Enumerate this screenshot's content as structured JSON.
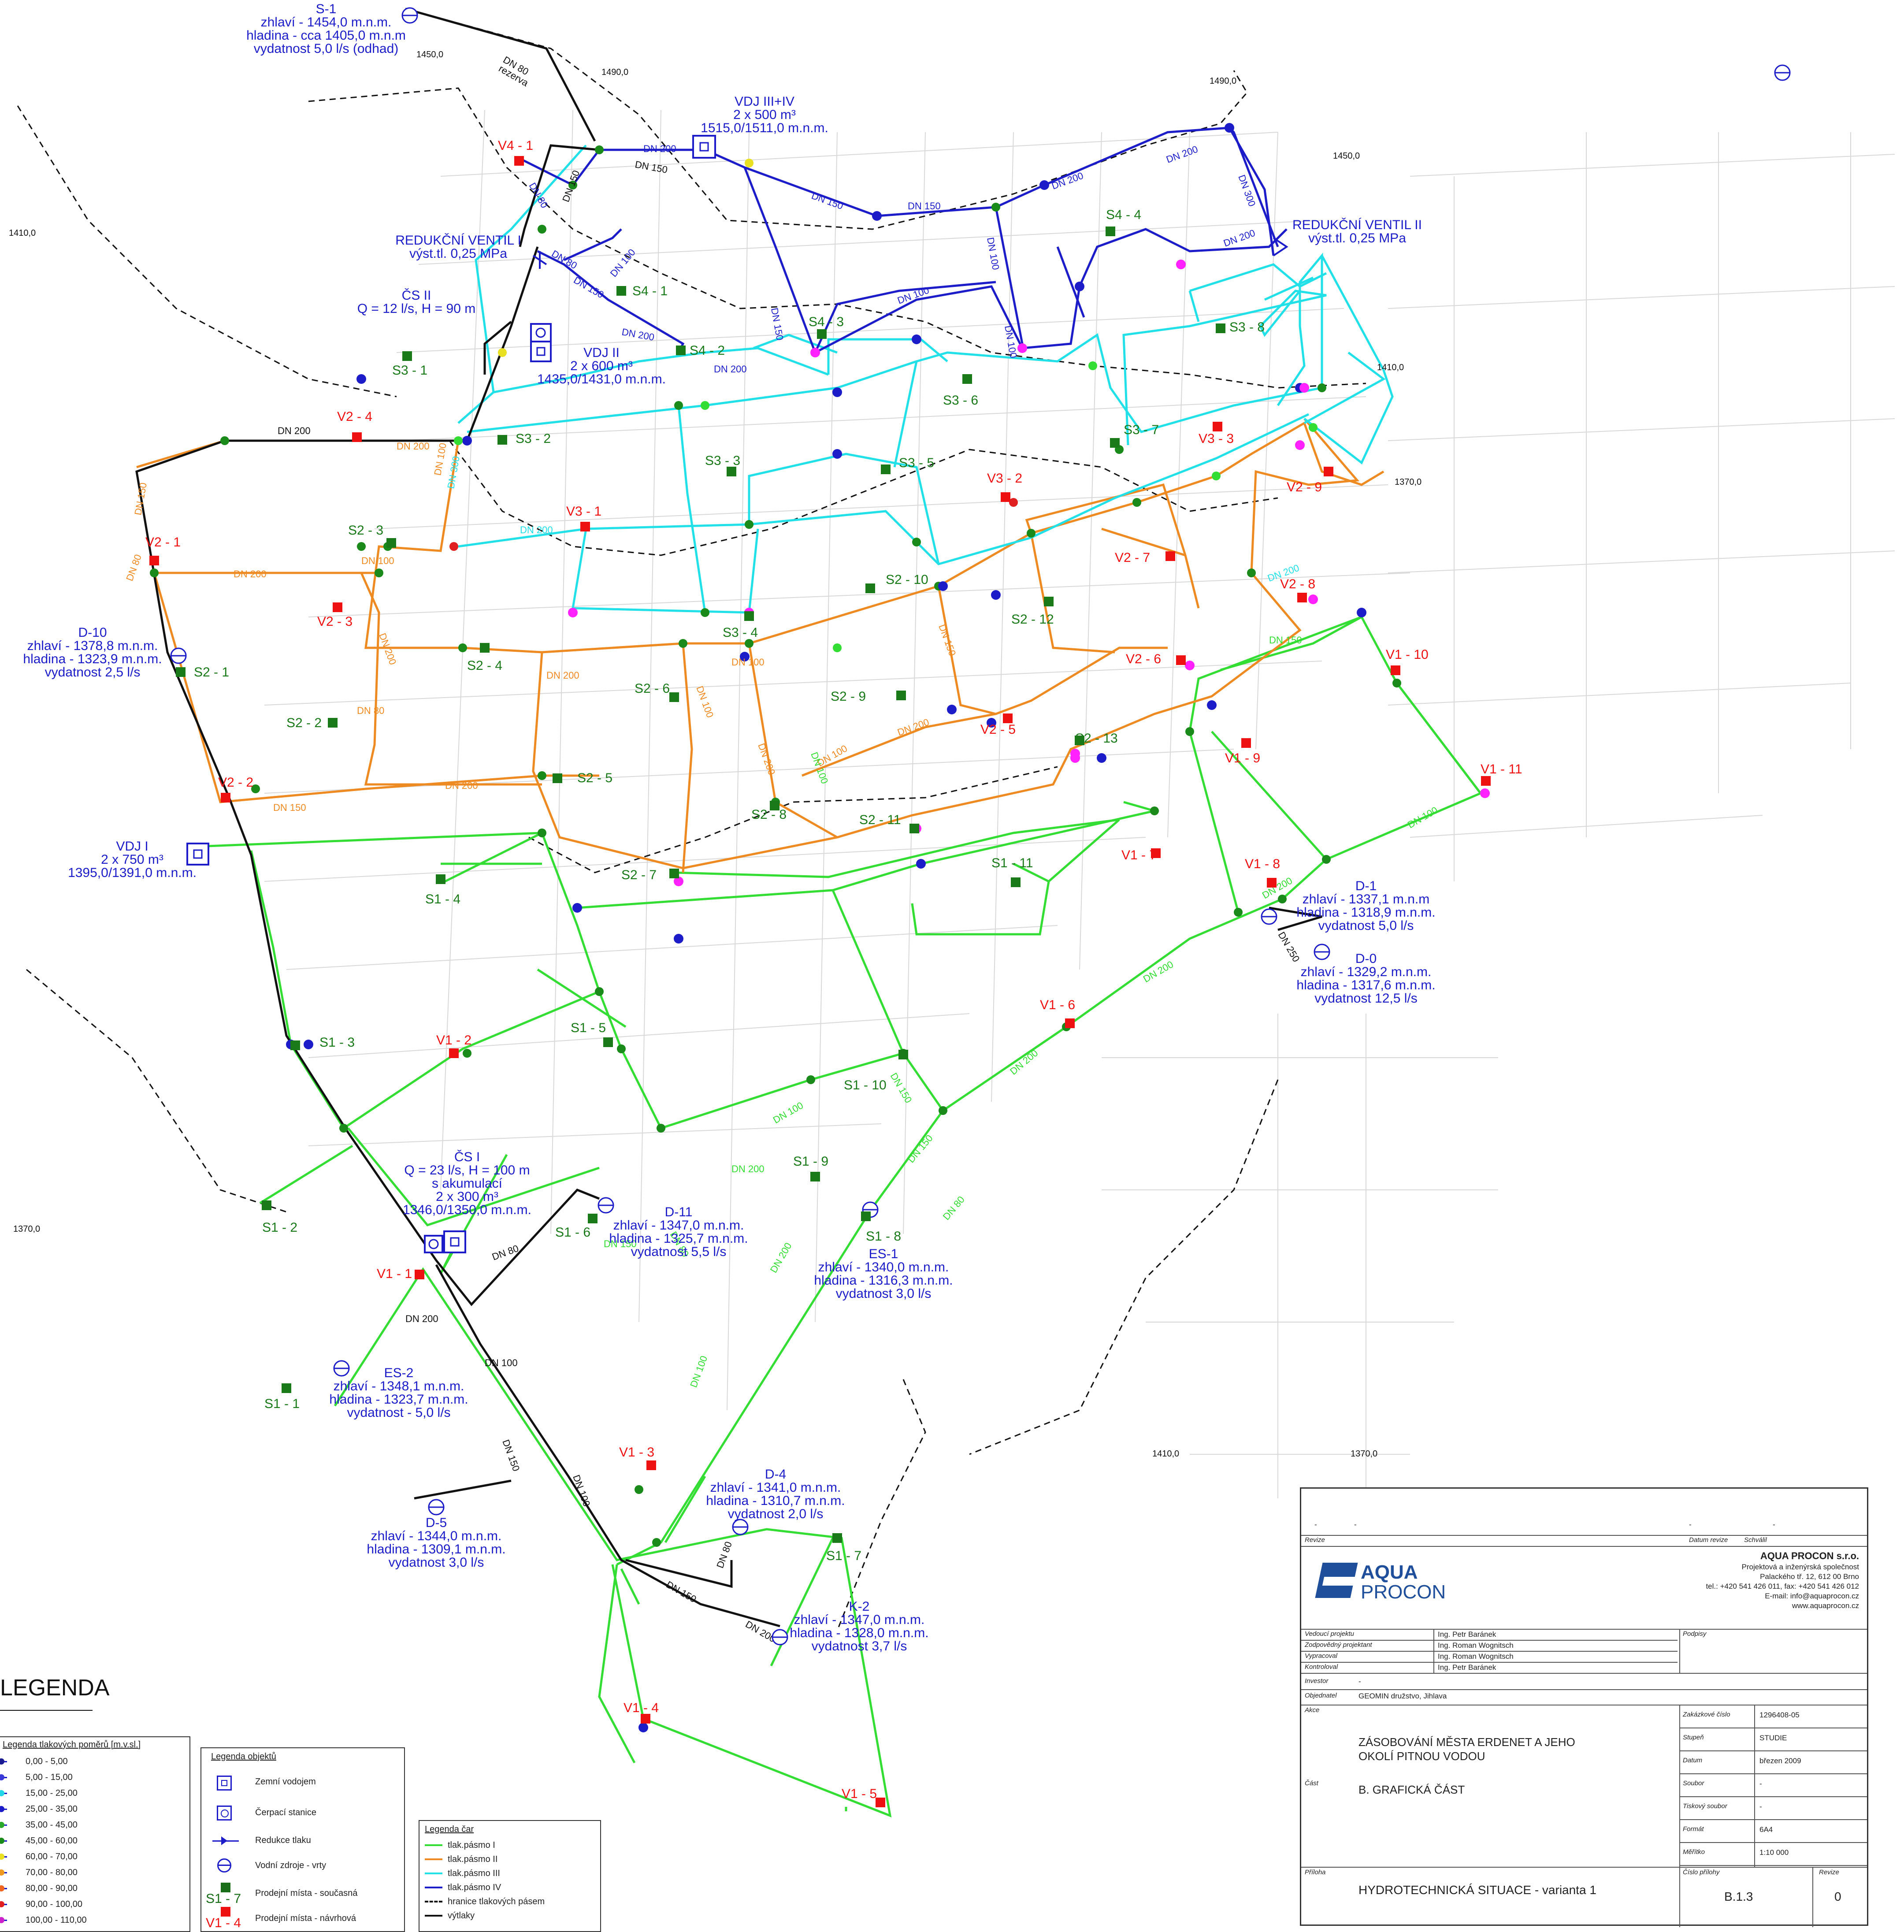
{
  "colors": {
    "zone1": "#33dd33",
    "zone2": "#ee8a22",
    "zone3": "#22e0e8",
    "zone4": "#1c1cc8",
    "rising_main": "#111111",
    "existing_outlet": "#1a7a1a",
    "proposed_outlet": "#ee1111",
    "text_blue": "#1c1cc8",
    "background_streets": "#cfcfcf"
  },
  "contours": [
    "1450,0",
    "1490,0",
    "1490,0",
    "1410,0",
    "1450,0",
    "1410,0",
    "1370,0",
    "1370,0",
    "1410,0",
    "1370,0"
  ],
  "sources": {
    "s1": [
      "S-1",
      "zhlaví - 1454,0 m.n.m.",
      "hladina - cca 1405,0 m.n.m",
      "vydatnost 5,0 l/s (odhad)"
    ],
    "d10": [
      "D-10",
      "zhlaví - 1378,8 m.n.m.",
      "hladina - 1323,9 m.n.m.",
      "vydatnost 2,5 l/s"
    ],
    "d1": [
      "D-1",
      "zhlaví - 1337,1 m.n.m",
      "hladina - 1318,9 m.n.m.",
      "vydatnost 5,0 l/s"
    ],
    "d0": [
      "D-0",
      "zhlaví - 1329,2 m.n.m.",
      "hladina - 1317,6 m.n.m.",
      "vydatnost 12,5 l/s"
    ],
    "d11": [
      "D-11",
      "zhlaví - 1347,0 m.n.m.",
      "hladina - 1325,7 m.n.m.",
      "vydatnost 5,5 l/s"
    ],
    "es1": [
      "ES-1",
      "zhlaví - 1340,0 m.n.m.",
      "hladina - 1316,3 m.n.m.",
      "vydatnost 3,0 l/s"
    ],
    "es2": [
      "ES-2",
      "zhlaví - 1348,1 m.n.m.",
      "hladina - 1323,7 m.n.m.",
      "vydatnost - 5,0 l/s"
    ],
    "d4": [
      "D-4",
      "zhlaví - 1341,0 m.n.m.",
      "hladina - 1310,7 m.n.m.",
      "vydatnost 2,0 l/s"
    ],
    "d5": [
      "D-5",
      "zhlaví - 1344,0 m.n.m.",
      "hladina - 1309,1 m.n.m.",
      "vydatnost 3,0 l/s"
    ],
    "k2": [
      "K-2",
      "zhlaví - 1347,0 m.n.m.",
      "hladina - 1328,0 m.n.m.",
      "vydatnost 3,7 l/s"
    ]
  },
  "objects": {
    "vdj34": [
      "VDJ III+IV",
      "2 x 500 m³",
      "1515,0/1511,0 m.n.m."
    ],
    "vdj2": [
      "VDJ II",
      "2 x 600 m³",
      "1435,0/1431,0 m.n.m."
    ],
    "vdj1": [
      "VDJ I",
      "2 x 750 m³",
      "1395,0/1391,0 m.n.m."
    ],
    "cs2": [
      "ČS II",
      "Q = 12 l/s, H = 90 m"
    ],
    "cs1": [
      "ČS I",
      "Q = 23 l/s, H = 100 m",
      "s akumulací",
      "2 x 300 m³",
      "1346,0/1350,0 m.n.m."
    ],
    "rv1": [
      "REDUKČNÍ VENTIL I",
      "výst.tl. 0,25 MPa"
    ],
    "rv2": [
      "REDUKČNÍ VENTIL II",
      "výst.tl. 0,25 MPa"
    ]
  },
  "outlets_existing": [
    "S4 - 1",
    "S4 - 2",
    "S4 - 3",
    "S4 - 4",
    "S3 - 1",
    "S3 - 2",
    "S3 - 3",
    "S3 - 4",
    "S3 - 5",
    "S3 - 6",
    "S3 - 7",
    "S3 - 8",
    "S2 - 1",
    "S2 - 2",
    "S2 - 3",
    "S2 - 4",
    "S2 - 5",
    "S2 - 6",
    "S2 - 7",
    "S2 - 8",
    "S2 - 9",
    "S2 - 10",
    "S2 - 11",
    "S2 - 12",
    "S2 - 13",
    "S1 - 1",
    "S1 - 2",
    "S1 - 3",
    "S1 - 4",
    "S1 - 5",
    "S1 - 6",
    "S1 - 7",
    "S1 - 8",
    "S1 - 9",
    "S1 - 10",
    "S1 - 11"
  ],
  "outlets_proposed": [
    "V4 - 1",
    "V3 - 1",
    "V3 - 2",
    "V3 - 3",
    "V2 - 1",
    "V2 - 2",
    "V2 - 3",
    "V2 - 4",
    "V2 - 5",
    "V2 - 6",
    "V2 - 7",
    "V2 - 8",
    "V2 - 9",
    "V1 - 1",
    "V1 - 2",
    "V1 - 3",
    "V1 - 4",
    "V1 - 5",
    "V1 - 6",
    "V1 - 7",
    "V1 - 8",
    "V1 - 9",
    "V1 - 10",
    "V1 - 11"
  ],
  "pipe_labels": [
    "DN 80",
    "rezerva",
    "DN 200",
    "DN 150",
    "DN 80",
    "DN 150",
    "DN 80",
    "DN 150",
    "DN 100",
    "DN 200",
    "DN 200",
    "DN 150",
    "DN 100",
    "DN 150",
    "DN 150",
    "DN 100",
    "DN 100",
    "DN 200",
    "DN 200",
    "DN 200",
    "DN 300",
    "DN 200",
    "DN 200",
    "DN 100",
    "DN 150",
    "DN 80",
    "DN 200",
    "DN 100",
    "DN 200",
    "DN 300",
    "DN 200",
    "DN 80",
    "DN 200",
    "DN 150",
    "DN 200",
    "DN 100",
    "DN 200",
    "DN 100",
    "DN 200",
    "DN 100",
    "DN 150",
    "DN 100",
    "DN 200",
    "DN 150",
    "DN 250",
    "DN 200",
    "DN 200",
    "DN 100",
    "DN 200",
    "DN 150",
    "DN 80",
    "DN 100",
    "DN 200",
    "DN 200",
    "DN 80",
    "DN 150",
    "DN 150",
    "DN 100",
    "DN 80",
    "DN 100",
    "DN 200",
    "DN 150",
    "DN 100",
    "DN 150",
    "DN 80",
    "DN 200"
  ],
  "legend": {
    "title": "LEGENDA",
    "pressure_title": "Legenda tlakových poměrů [m.v.sl.]",
    "pressure_ranges": [
      {
        "range": "0,00  -  5,00",
        "color": "#1a1a90"
      },
      {
        "range": "5,00  -  15,00",
        "color": "#3a3ad8"
      },
      {
        "range": "15,00  -  25,00",
        "color": "#22d8e8"
      },
      {
        "range": "25,00  -  35,00",
        "color": "#1c1cc8"
      },
      {
        "range": "35,00  -  45,00",
        "color": "#2aa82a"
      },
      {
        "range": "45,00  -  60,00",
        "color": "#1a8a1a"
      },
      {
        "range": "60,00  -  70,00",
        "color": "#e8e020"
      },
      {
        "range": "70,00  -  80,00",
        "color": "#ee9922"
      },
      {
        "range": "80,00  -  90,00",
        "color": "#ee6622"
      },
      {
        "range": "90,00  -  100,00",
        "color": "#e02020"
      },
      {
        "range": "100,00  -  110,00",
        "color": "#cc22cc"
      }
    ],
    "objects_title": "Legenda objektů",
    "objects": [
      "Zemní vodojem",
      "Čerpací stanice",
      "Redukce tlaku",
      "Vodní zdroje - vrty",
      "Prodejní místa - současná",
      "Prodejní místa - návrhová"
    ],
    "objects_samples": [
      "S1 - 7",
      "V1 - 4"
    ],
    "lines_title": "Legenda čar",
    "lines": [
      {
        "label": "tlak.pásmo I",
        "color": "#33dd33"
      },
      {
        "label": "tlak.pásmo II",
        "color": "#ee8a22"
      },
      {
        "label": "tlak.pásmo III",
        "color": "#22e0e8"
      },
      {
        "label": "tlak.pásmo IV",
        "color": "#1c1cc8"
      },
      {
        "label": "hranice tlakových pásem",
        "color": "#111111"
      },
      {
        "label": "výtlaky",
        "color": "#111111"
      }
    ]
  },
  "titleblock": {
    "revize": "Revize",
    "datum_revize": "Datum revize",
    "schvalil": "Schválil",
    "dash": "-",
    "company": "AQUA PROCON s.r.o.",
    "company_sub": "Projektová a inženýrská společnost",
    "address": "Palackého tř. 12, 612 00 Brno",
    "phone": "tel.: +420 541 426 011, fax: +420 541 426 012",
    "email": "E-mail: info@aquaprocon.cz",
    "web": "www.aquaprocon.cz",
    "logo_top": "AQUA",
    "logo_bottom": "PROCON",
    "roles": [
      {
        "role": "Vedoucí projektu",
        "name": "Ing. Petr Baránek"
      },
      {
        "role": "Zodpovědný projektant",
        "name": "Ing. Roman Wognitsch"
      },
      {
        "role": "Vypracoval",
        "name": "Ing. Roman Wognitsch"
      },
      {
        "role": "Kontroloval",
        "name": "Ing. Petr Baránek"
      }
    ],
    "podpisy": "Podpisy",
    "investor_label": "Investor",
    "investor": "-",
    "objednatel_label": "Objednatel",
    "objednatel": "GEOMIN družstvo, Jihlava",
    "akce_label": "Akce",
    "akce_line1": "ZÁSOBOVÁNÍ MĚSTA ERDENET A JEHO",
    "akce_line2": "OKOLÍ PITNOU VODOU",
    "cast_label": "Část",
    "cast": "B. GRAFICKÁ ČÁST",
    "priloha_label": "Příloha",
    "priloha": "HYDROTECHNICKÁ SITUACE - varianta 1",
    "fields": [
      {
        "k": "Zakázkové číslo",
        "v": "1296408-05"
      },
      {
        "k": "Stupeň",
        "v": "STUDIE"
      },
      {
        "k": "Datum",
        "v": "březen 2009"
      },
      {
        "k": "Soubor",
        "v": "-"
      },
      {
        "k": "Tiskový soubor",
        "v": "-"
      },
      {
        "k": "Formát",
        "v": "6A4"
      },
      {
        "k": "Měřítko",
        "v": "1:10 000"
      }
    ],
    "cislo_prilohy_label": "Číslo přílohy",
    "cislo_prilohy": "B.1.3",
    "revize_label": "Revize",
    "revize_value": "0"
  }
}
